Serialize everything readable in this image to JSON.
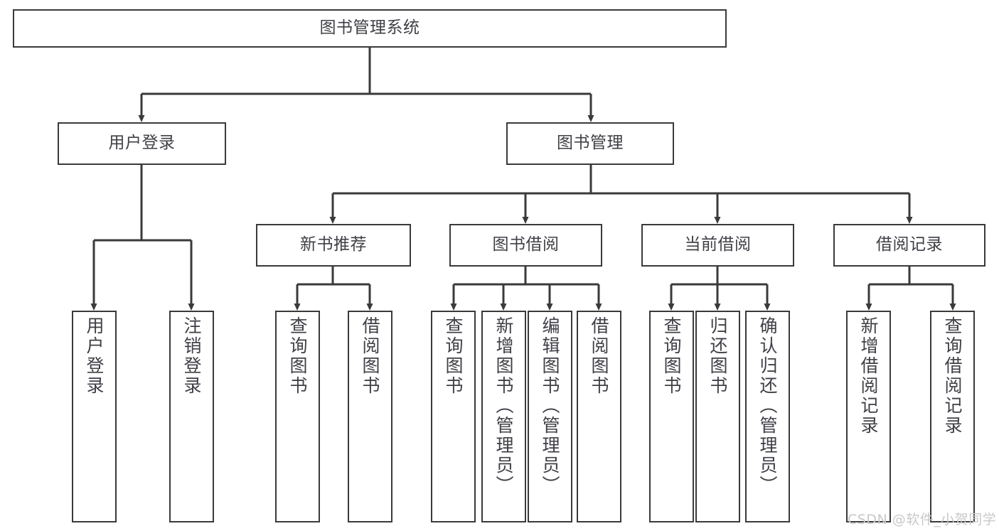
{
  "diagram": {
    "title": "图书管理系统",
    "type": "tree-hierarchy-diagram",
    "colors": {
      "background": "#ffffff",
      "box_border": "#3a3a3a",
      "box_fill": "#ffffff",
      "text": "#3f3f46",
      "connector": "#3a3a3a",
      "watermark": "#c8c8c8"
    },
    "root": {
      "label": "图书管理系统"
    },
    "level1": [
      {
        "label": "用户登录"
      },
      {
        "label": "图书管理"
      }
    ],
    "level2": [
      {
        "label": "新书推荐"
      },
      {
        "label": "图书借阅"
      },
      {
        "label": "当前借阅"
      },
      {
        "label": "借阅记录"
      }
    ],
    "leaves": {
      "user_login": [
        {
          "label": "用户登录"
        },
        {
          "label": "注销登录"
        }
      ],
      "new_book_recommend": [
        {
          "label": "查询图书"
        },
        {
          "label": "借阅图书"
        }
      ],
      "book_borrow": [
        {
          "label": "查询图书"
        },
        {
          "label": "新增图书（管理员）"
        },
        {
          "label": "编辑图书（管理员）"
        },
        {
          "label": "借阅图书"
        }
      ],
      "current_borrow": [
        {
          "label": "查询图书"
        },
        {
          "label": "归还图书"
        },
        {
          "label": "确认归还（管理员）"
        }
      ],
      "borrow_record": [
        {
          "label": "新增借阅记录"
        },
        {
          "label": "查询借阅记录"
        }
      ]
    },
    "watermark": "CSDN @软件_小贺同学"
  }
}
